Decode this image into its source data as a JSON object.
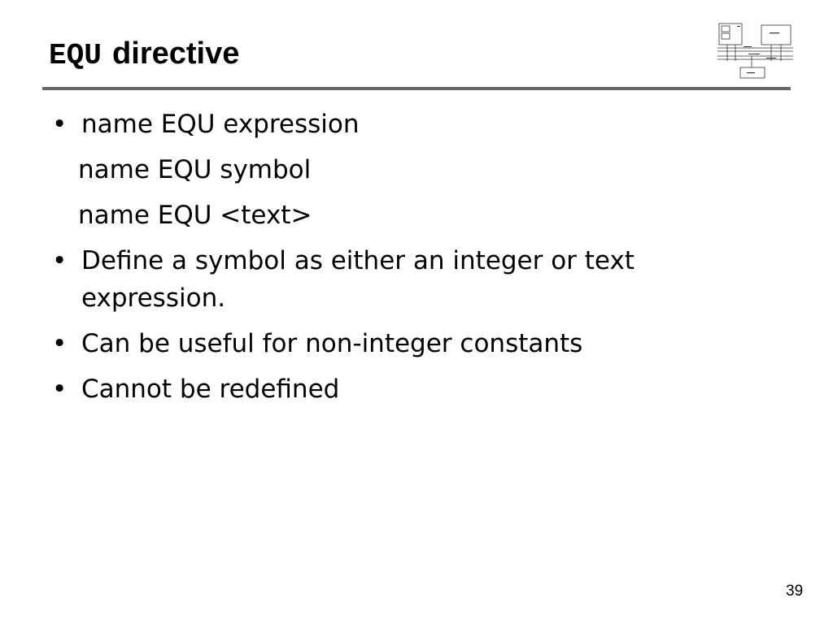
{
  "title": {
    "code": "EQU",
    "text": "directive"
  },
  "bullets": [
    {
      "marker": "•",
      "text": "name EQU expression"
    },
    {
      "marker": "",
      "text": "name EQU symbol"
    },
    {
      "marker": "",
      "text": "name EQU <text>"
    },
    {
      "marker": "•",
      "text": "Define a symbol as either an integer or text expression."
    },
    {
      "marker": "•",
      "text": "Can be useful for non-integer constants"
    },
    {
      "marker": "•",
      "text": "Cannot be redefined"
    }
  ],
  "page_number": "39",
  "decor": {
    "logo": "computer-architecture-diagram-icon",
    "rule_color": "#666666"
  }
}
